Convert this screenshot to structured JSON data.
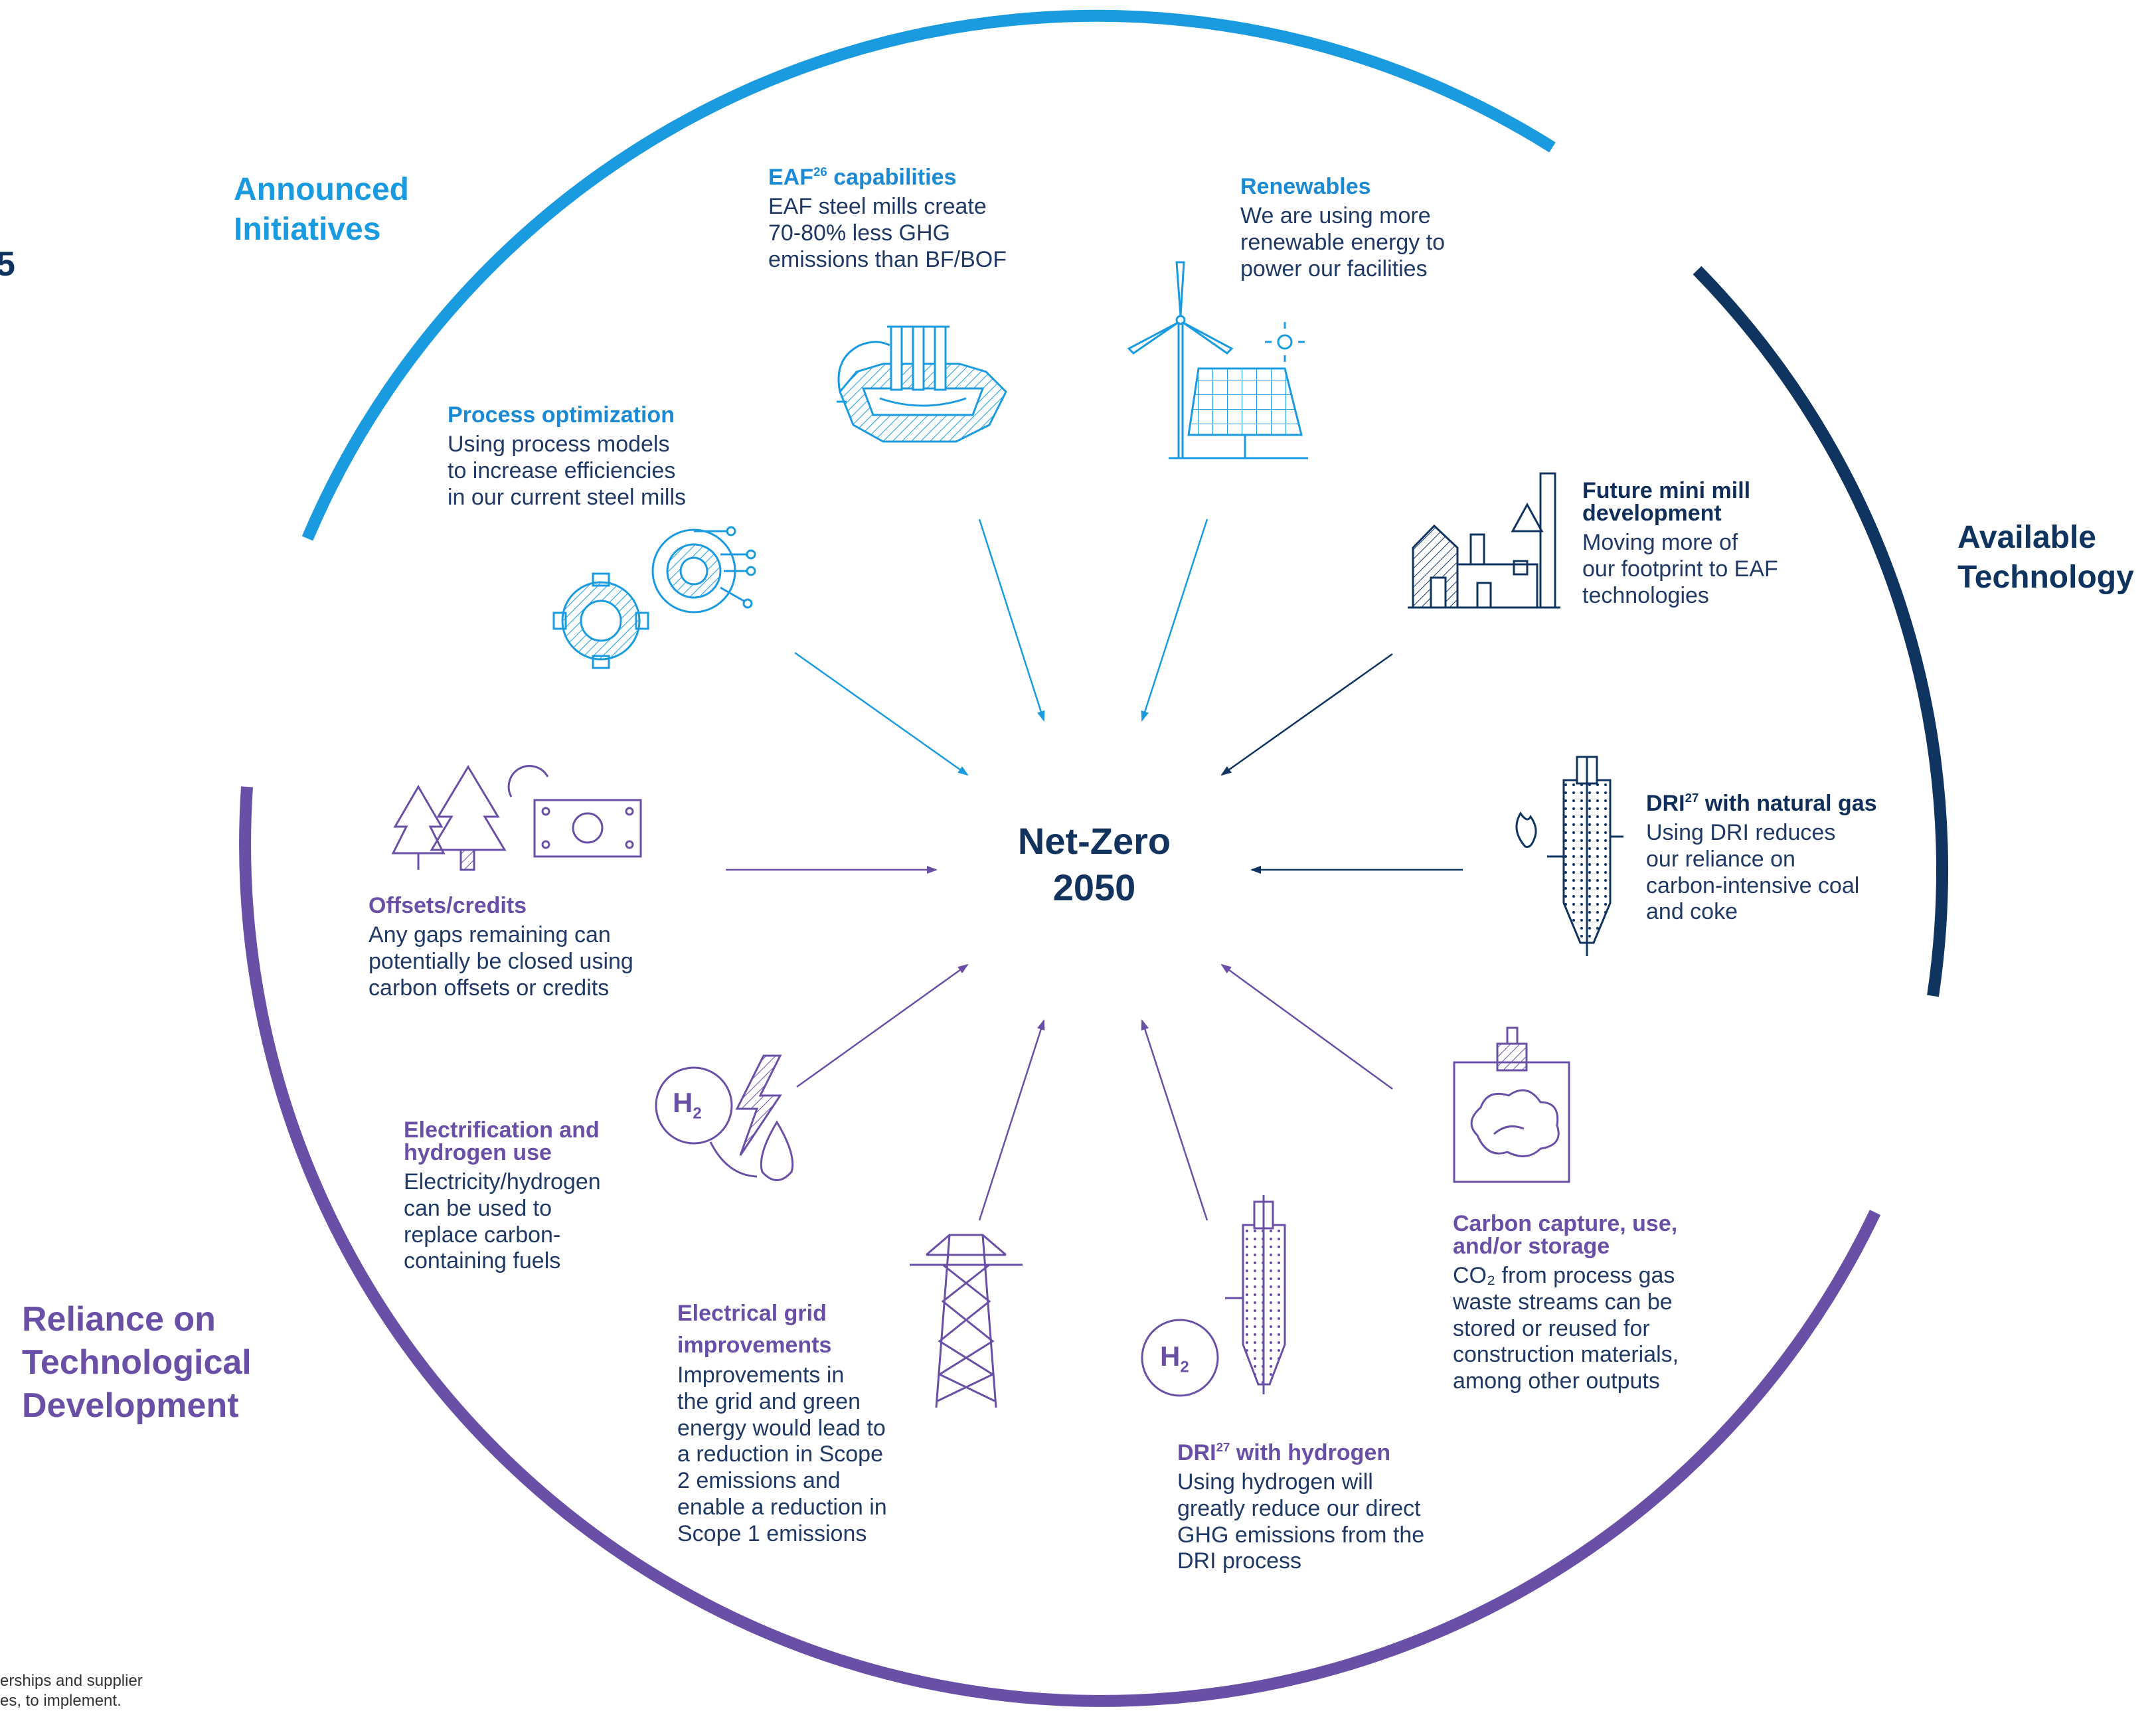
{
  "colors": {
    "announced": "#1a9be0",
    "available": "#0f3460",
    "reliance": "#6a4fa6"
  },
  "center": {
    "line1": "Net-Zero",
    "line2": "2050"
  },
  "categories": {
    "announced": {
      "line1": "Announced",
      "line2": "Initiatives"
    },
    "available": {
      "line1": "Available",
      "line2": "Technology"
    },
    "reliance": {
      "line1": "Reliance on",
      "line2": "Technological",
      "line3": "Development"
    }
  },
  "left_fragment": "5",
  "footnote": {
    "line1": "erships and supplier",
    "line2": "es, to implement."
  },
  "items": {
    "eaf": {
      "title_pre": "EAF",
      "title_sup": "26",
      "title_post": " capabilities",
      "body": "EAF steel mills create\n70-80% less GHG\nemissions than BF/BOF",
      "icon": "furnace-icon"
    },
    "renewables": {
      "title": "Renewables",
      "body": "We are using more\nrenewable energy to\npower our facilities",
      "icon": "wind-solar-icon"
    },
    "process": {
      "title": "Process optimization",
      "body": "Using process models\nto increase efficiencies\nin our current steel mills",
      "icon": "gears-icon"
    },
    "minimill": {
      "title": "Future mini mill\ndevelopment",
      "body": "Moving more of\nour footprint to EAF\ntechnologies",
      "icon": "factory-icon"
    },
    "dri_gas": {
      "title_pre": "DRI",
      "title_sup": "27",
      "title_post": " with natural gas",
      "body": "Using DRI reduces\nour reliance on\ncarbon-intensive coal\nand coke",
      "icon": "dri-flame-icon"
    },
    "offsets": {
      "title": "Offsets/credits",
      "body": "Any gaps remaining can\npotentially be closed using\ncarbon offsets or credits",
      "icon": "trees-money-icon"
    },
    "electrification": {
      "title": "Electrification and\nhydrogen use",
      "body": "Electricity/hydrogen\ncan be used to\nreplace carbon-\ncontaining fuels",
      "icon": "h2-lightning-icon",
      "badge": "H"
    },
    "grid": {
      "title": "Electrical grid\nimprovements",
      "body": "Improvements in\nthe grid and green\nenergy would lead to\na reduction in Scope\n2 emissions and\nenable a reduction in\nScope 1 emissions",
      "icon": "power-tower-icon"
    },
    "dri_h2": {
      "title_pre": "DRI",
      "title_sup": "27",
      "title_post": " with hydrogen",
      "body": "Using hydrogen will\ngreatly reduce our direct\nGHG emissions from the\nDRI process",
      "icon": "dri-h2-icon",
      "badge": "H"
    },
    "ccus": {
      "title": "Carbon capture, use,\nand/or storage",
      "body": "CO₂ from process gas\nwaste streams can be\nstored or reused for\nconstruction materials,\namong other outputs",
      "icon": "carbon-capture-icon"
    }
  }
}
